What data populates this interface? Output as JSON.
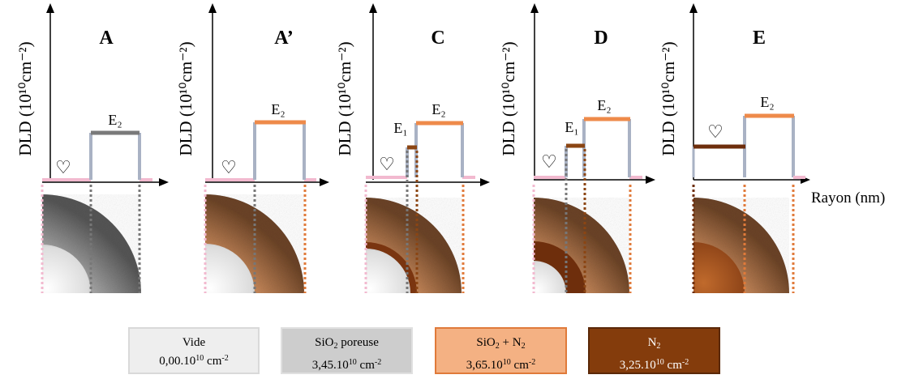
{
  "panels": [
    {
      "title": "A",
      "ylabel": "DLD (10¹⁰cm⁻²)",
      "steps": [
        {
          "label": "E₂",
          "color": "#7a7a7a"
        }
      ],
      "core": "vide",
      "shell": "poreux"
    },
    {
      "title": "A’",
      "ylabel": "DLD (10¹⁰cm⁻²)",
      "steps": [
        {
          "label": "E₂",
          "color": "#ee8a4a"
        }
      ],
      "core": "vide",
      "shell": "sio2n2"
    },
    {
      "title": "C",
      "ylabel": "DLD (10¹⁰cm⁻²)",
      "steps": [
        {
          "label": "E₁",
          "color": "#8b4513"
        },
        {
          "label": "E₂",
          "color": "#ee8a4a"
        }
      ],
      "core": "vide",
      "shell": "sio2n2"
    },
    {
      "title": "D",
      "ylabel": "DLD (10¹⁰cm⁻²)",
      "steps": [
        {
          "label": "E₁",
          "color": "#8b4513"
        },
        {
          "label": "E₂",
          "color": "#ee8a4a"
        }
      ],
      "core": "vide",
      "shell": "sio2n2"
    },
    {
      "title": "E",
      "ylabel": "DLD (10¹⁰cm⁻²)",
      "steps": [
        {
          "label": "E₂",
          "color": "#ee8a4a"
        }
      ],
      "core": "n2",
      "shell": "sio2n2"
    }
  ],
  "xaxis_label": "Rayon (nm)",
  "heart_symbol": "♡",
  "colors": {
    "vide_line": "#f2b9cf",
    "shell_line": "#a9b2c4",
    "grey_step": "#7a7a7a",
    "orange_step": "#ee8a4a",
    "brown_step": "#8b4513",
    "legend_vide": "#eeeeee",
    "legend_poreux": "#c9c9c9",
    "legend_sio2n2": "#f4b183",
    "legend_n2": "#843c0c"
  },
  "legend": [
    {
      "name": "Vide",
      "value": "0,00.10",
      "exp": "10",
      "unit": " cm",
      "unit_exp": "-2"
    },
    {
      "name_pre": "SiO",
      "name_sub": "2",
      "name_post": " poreuse",
      "value": "3,45.10",
      "exp": "10",
      "unit": " cm",
      "unit_exp": "-2"
    },
    {
      "name_pre": "SiO",
      "name_sub": "2",
      "name_post": " + N",
      "name_sub2": "2",
      "value": "3,65.10",
      "exp": "10",
      "unit": " cm",
      "unit_exp": "-2"
    },
    {
      "name_pre": "N",
      "name_sub": "2",
      "value": "3,25.10",
      "exp": "10",
      "unit": " cm",
      "unit_exp": "-2"
    }
  ]
}
